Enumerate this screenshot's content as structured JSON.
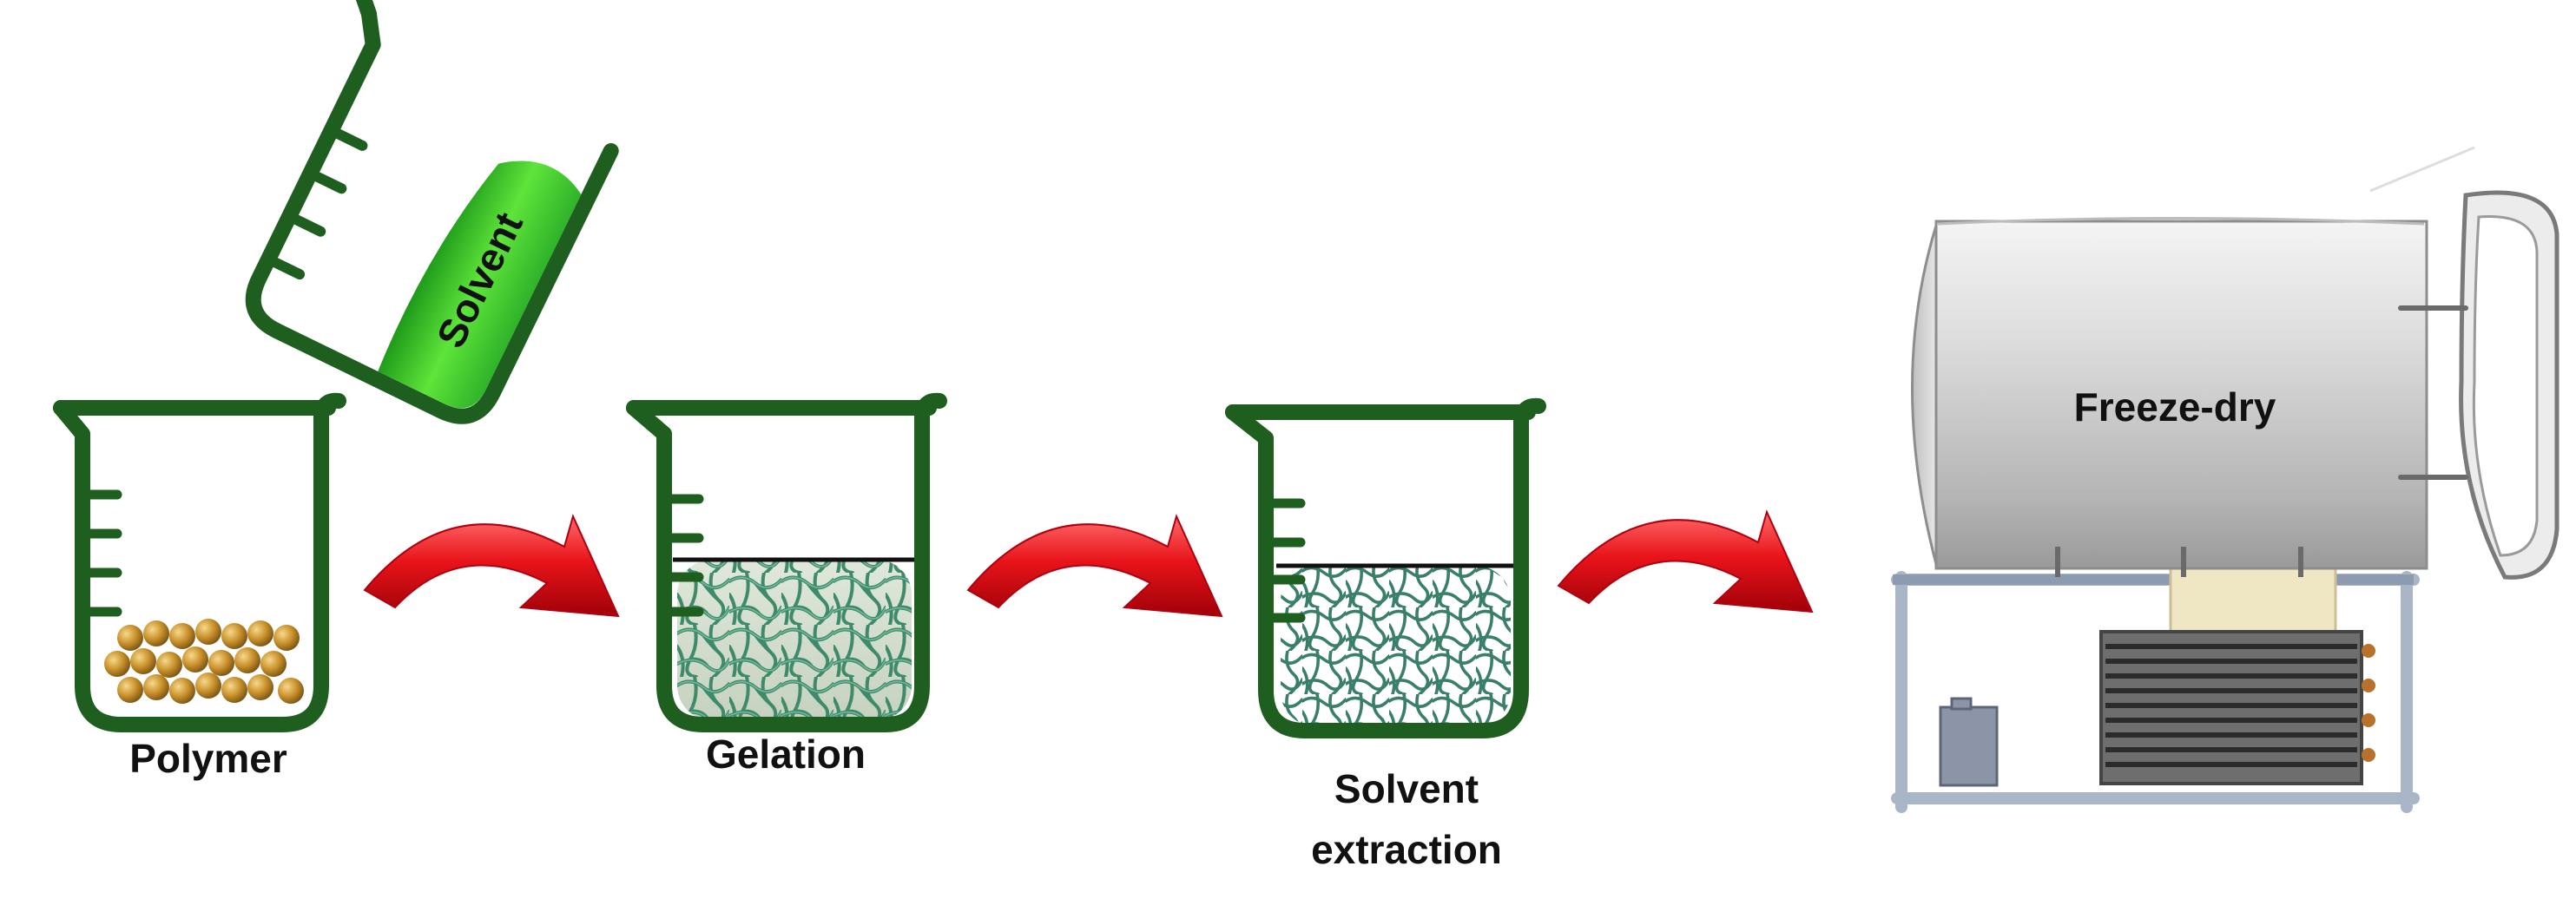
{
  "steps": {
    "polymer": "Polymer",
    "gelation": "Gelation",
    "extraction_line1": "Solvent",
    "extraction_line2": "extraction",
    "freeze_dry": "Freeze-dry"
  },
  "solvent_label": "Solvent",
  "colors": {
    "beaker_outline": "#1e5e1e",
    "solvent_liquid": "#4cd62a",
    "polymer_bead": "#c8902a",
    "gel_network": "#3f8a6a",
    "arrow": "#e8141a",
    "tank_body": "#c9c9c9",
    "frame": "#a9b6c8"
  }
}
